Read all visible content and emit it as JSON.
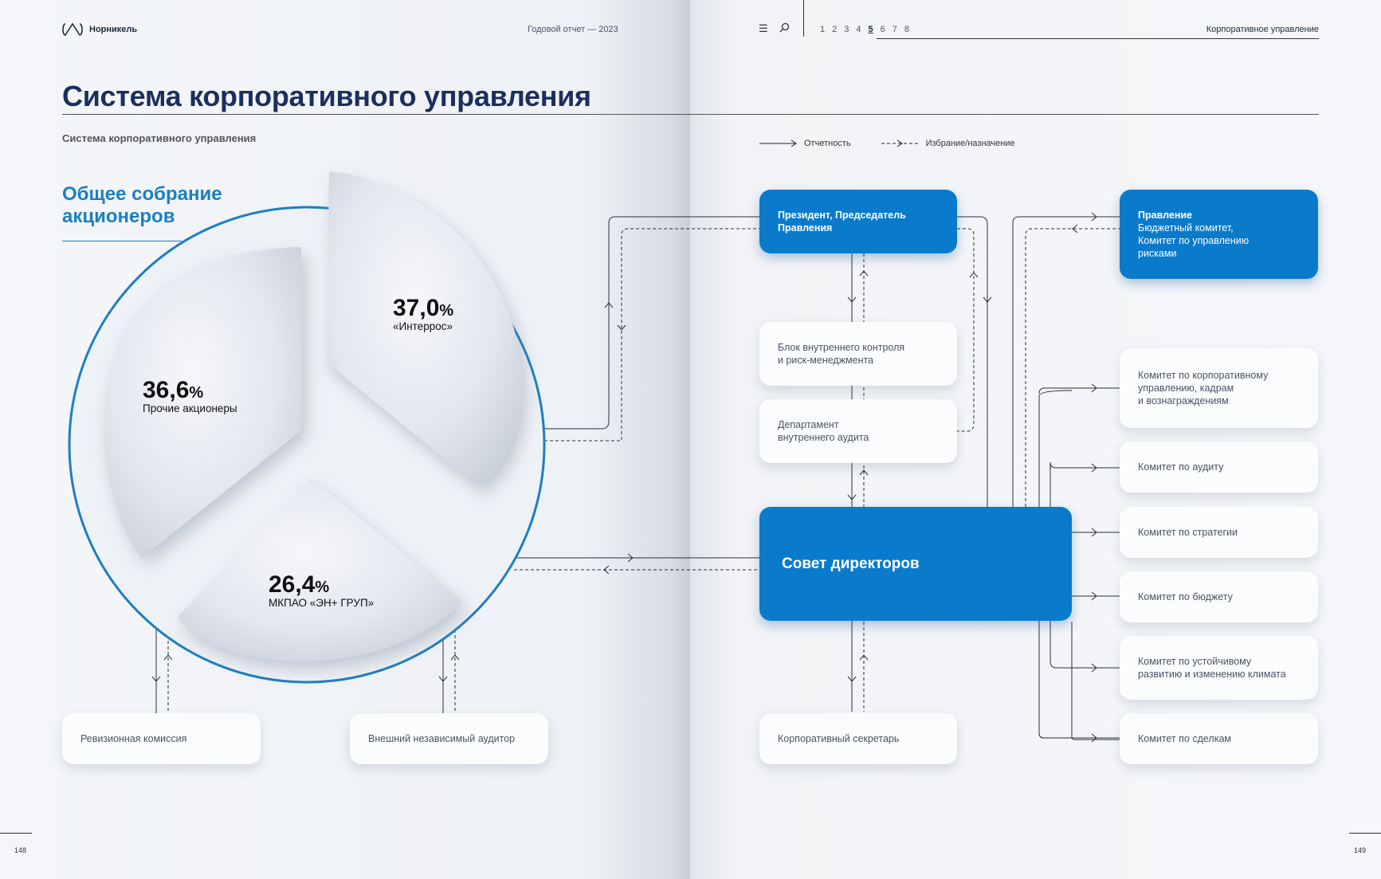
{
  "header": {
    "brand": "Норникель",
    "report": "Годовой отчет — 2023",
    "pages": [
      "1",
      "2",
      "3",
      "4",
      "5",
      "6",
      "7",
      "8"
    ],
    "active_page": "5",
    "section": "Корпоративное управление"
  },
  "title": "Система корпоративного управления",
  "subtitle": "Система корпоративного управления",
  "legend": {
    "reporting": "Отчетность",
    "election": "Избрание/назначение"
  },
  "meeting": {
    "line1": "Общее собрание",
    "line2": "акционеров"
  },
  "shareholders": [
    {
      "num": "37,0",
      "unit": "%",
      "label": "«Интеррос»"
    },
    {
      "num": "36,6",
      "unit": "%",
      "label": "Прочие акционеры"
    },
    {
      "num": "26,4",
      "unit": "%",
      "label": "МКПАО «ЭН+ ГРУП»"
    }
  ],
  "boxes": {
    "revision": "Ревизионная комиссия",
    "auditor": "Внешний независимый аудитор",
    "president_1": "Президент, Председатель",
    "president_2": "Правления",
    "board_mgmt_title": "Правление",
    "board_mgmt_l1": "Бюджетный комитет,",
    "board_mgmt_l2": "Комитет по управлению",
    "board_mgmt_l3": "рисками",
    "internal_control_1": "Блок внутреннего контроля",
    "internal_control_2": "и риск-менеджмента",
    "internal_audit_1": "Департамент",
    "internal_audit_2": "внутреннего аудита",
    "board_directors": "Совет директоров",
    "secretary": "Корпоративный секретарь",
    "committee_corp_1": "Комитет по корпоративному",
    "committee_corp_2": "управлению, кадрам",
    "committee_corp_3": "и вознаграждениям",
    "committee_audit": "Комитет по аудиту",
    "committee_strategy": "Комитет по стратегии",
    "committee_budget": "Комитет по бюджету",
    "committee_climate_1": "Комитет по устойчивому",
    "committee_climate_2": "развитию и изменению климата",
    "committee_deals": "Комитет по сделкам"
  },
  "footer": {
    "left": "148",
    "right": "149"
  },
  "colors": {
    "accent": "#0a7bcb",
    "title": "#1b2f5e",
    "meeting": "#1a7fc4"
  }
}
